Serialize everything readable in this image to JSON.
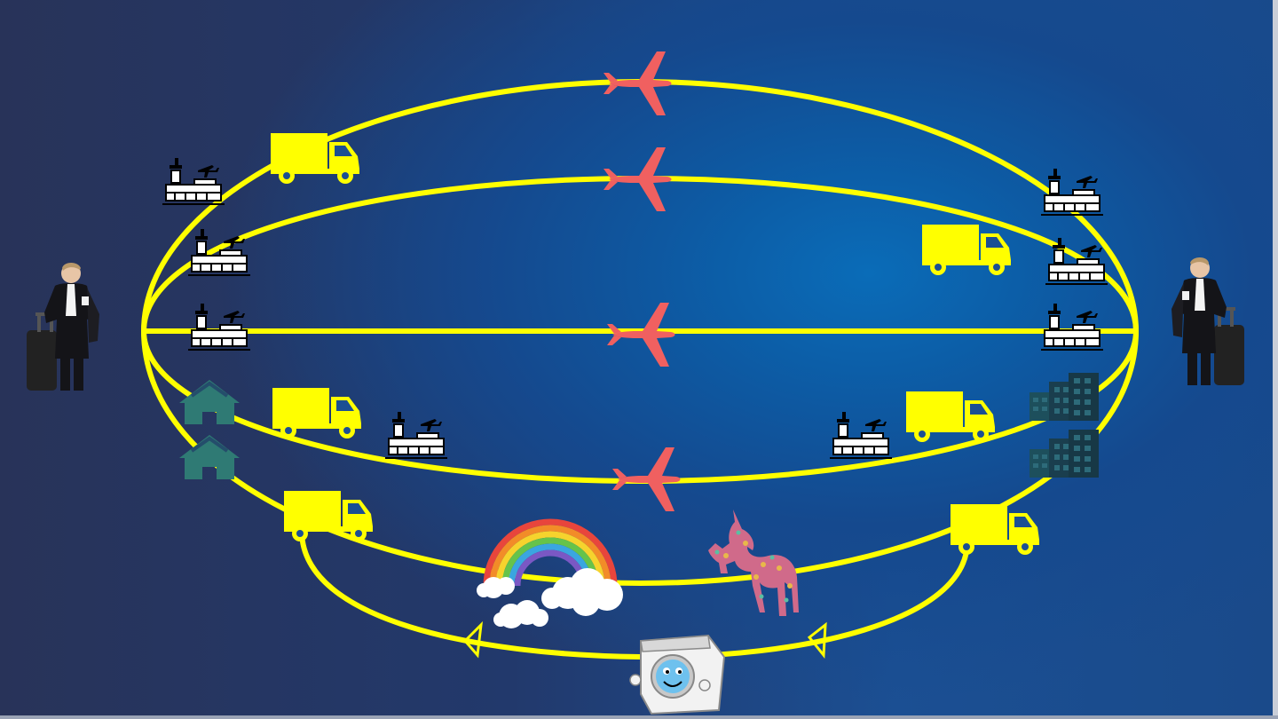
{
  "slide": {
    "background_colors": {
      "dark": "#283359",
      "glow": "#0a6cb8"
    },
    "route_color": "#ffff00",
    "plane_color": "#f06060",
    "truck_color": "#ffff00",
    "house_color": "#2f7a74",
    "hotel_color": "#1d4f5c"
  },
  "diagram": {
    "travelers": [
      {
        "side": "left",
        "icon": "businessman-with-suitcase-icon"
      },
      {
        "side": "right",
        "icon": "businessman-with-suitcase-icon"
      }
    ],
    "routes": [
      {
        "name": "upper-outer-route",
        "icons": [
          "airplane-icon",
          "truck-icon",
          "airport-icon"
        ]
      },
      {
        "name": "upper-inner-route",
        "icons": [
          "airplane-icon",
          "truck-icon",
          "airport-icon"
        ]
      },
      {
        "name": "direct-route",
        "icons": [
          "airplane-icon",
          "airport-icon"
        ]
      },
      {
        "name": "lower-inner-route",
        "icons": [
          "airplane-icon",
          "truck-icon",
          "airport-icon",
          "house-icon",
          "hotel-icon"
        ]
      },
      {
        "name": "lower-outer-route",
        "icons": [
          "truck-icon",
          "rainbow-icon",
          "unicorn-icon"
        ]
      },
      {
        "name": "laundry-loop",
        "icons": [
          "washing-machine-icon",
          "arrow-left-icon"
        ]
      }
    ]
  }
}
